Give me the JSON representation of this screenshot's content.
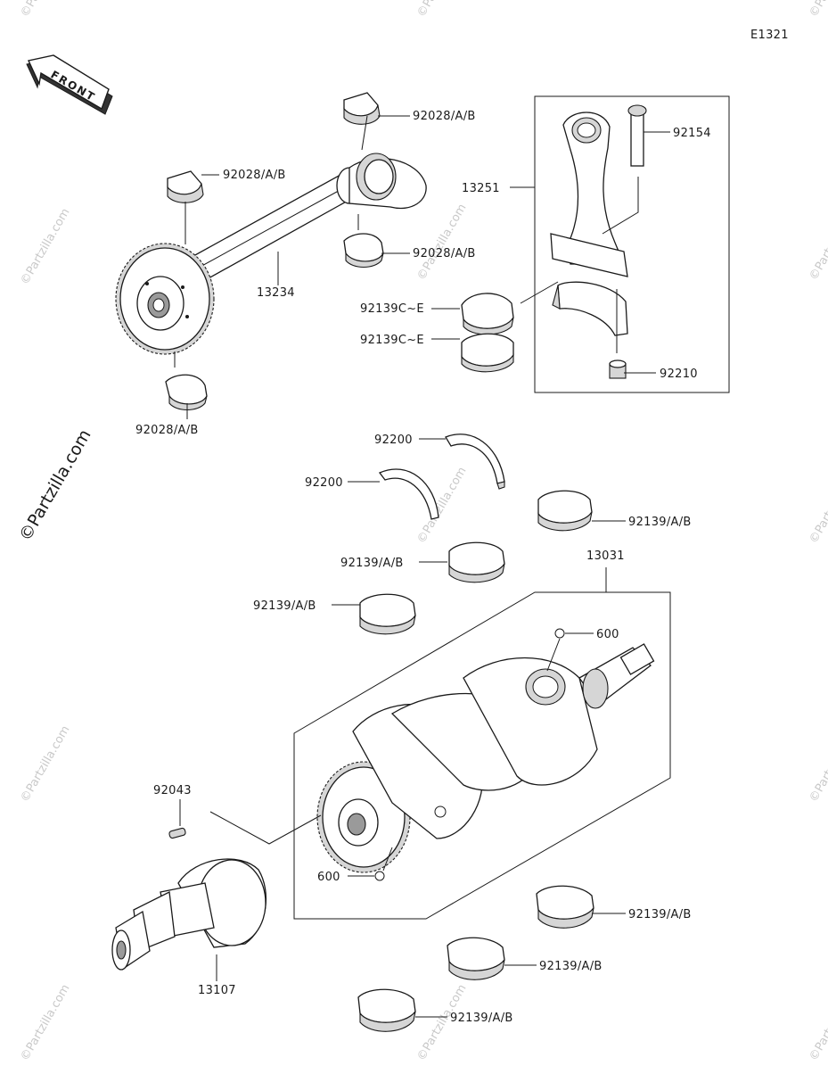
{
  "diagram_code": "E1321",
  "front_arrow_text": "FRONT",
  "watermark_logo": "©Partzilla.com",
  "labels": {
    "bearing_top_right": "92028/A/B",
    "bearing_top_left": "92028/A/B",
    "bearing_mid_right": "92028/A/B",
    "bearing_lower_left": "92028/A/B",
    "balancer_shaft": "13234",
    "connecting_rod_assy": "13251",
    "rod_bolt": "92154",
    "rod_bearing_upper": "92139C~E",
    "rod_bearing_lower": "92139C~E",
    "rod_nut": "92210",
    "thrust_washer_upper": "92200",
    "thrust_washer_lower": "92200",
    "main_bearing_1": "92139/A/B",
    "main_bearing_2": "92139/A/B",
    "main_bearing_3": "92139/A/B",
    "crankshaft_assy": "13031",
    "ref_600_upper": "600",
    "ref_600_lower": "600",
    "dowel_pin": "92043",
    "coupling": "13107",
    "main_bearing_4": "92139/A/B",
    "main_bearing_5": "92139/A/B",
    "main_bearing_6": "92139/A/B"
  }
}
